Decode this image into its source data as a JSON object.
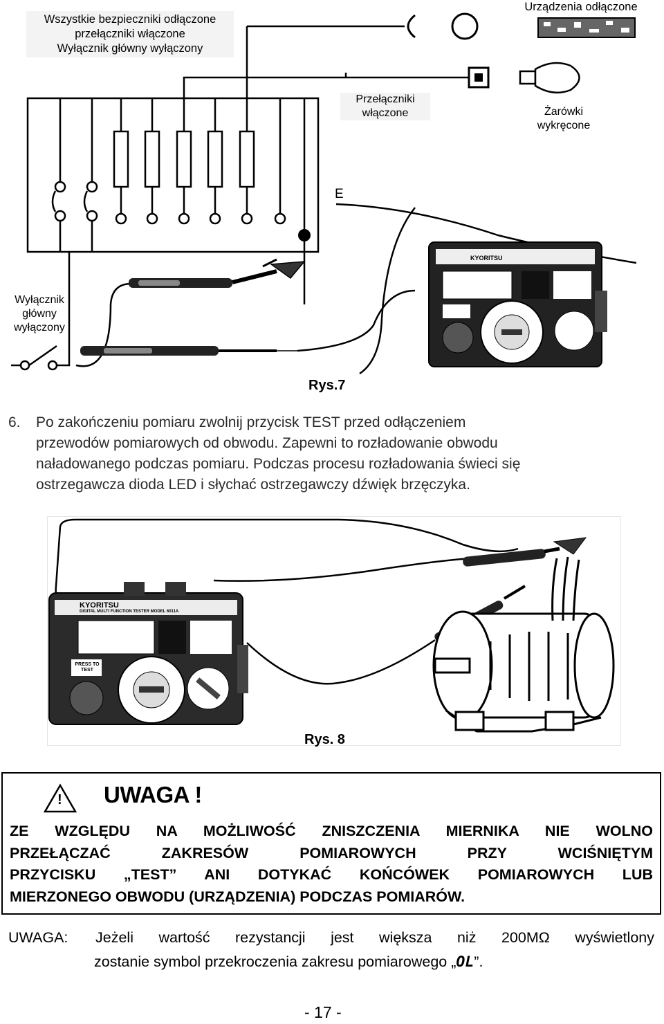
{
  "fig7": {
    "label_top_left": [
      "Wszystkie bezpieczniki odłączone",
      "przełączniki włączone",
      "Wyłącznik główny wyłączony"
    ],
    "label_devices": "Urządzenia odłączone",
    "label_switches": [
      "Przełączniki",
      "włączone"
    ],
    "label_bulbs": [
      "Żarówki",
      "wykręcone"
    ],
    "label_e": "E",
    "label_main_switch": [
      "Wyłącznik",
      "główny",
      "wyłączony"
    ],
    "caption": "Rys.7"
  },
  "step6": {
    "number": "6.",
    "lines": [
      "Po zakończeniu pomiaru zwolnij przycisk TEST przed odłączeniem",
      "przewodów pomiarowych od obwodu. Zapewni to rozładowanie obwodu",
      "naładowanego podczas pomiaru. Podczas procesu rozładowania świeci się",
      "ostrzegawcza dioda LED i słychać ostrzegawczy dźwięk brzęczyka."
    ]
  },
  "fig8": {
    "caption": "Rys. 8"
  },
  "tester": {
    "brand": "KYORITSU",
    "model_line": "DIGITAL MULTI FUNCTION TESTER MODEL 6011A",
    "press_test": "PRESS TO TEST"
  },
  "warning": {
    "title": "UWAGA !",
    "icon": "!",
    "lines": [
      "ZE WZGLĘDU NA MOŻLIWOŚĆ ZNISZCZENIA MIERNIKA NIE WOLNO",
      "PRZEŁĄCZAĆ ZAKRESÓW POMIAROWYCH PRZY WCIŚNIĘTYM",
      "PRZYCISKU „TEST” ANI DOTYKAĆ KOŃCÓWEK POMIAROWYCH LUB",
      "MIERZONEGO OBWODU (URZĄDZENIA) PODCZAS POMIARÓW."
    ]
  },
  "note": {
    "prefix": "UWAGA:",
    "line1": "Jeżeli wartość rezystancji jest większa niż 200MΩ wyświetlony",
    "line2_start": "zostanie symbol przekroczenia zakresu pomiarowego „",
    "symbol": "OL",
    "line2_end": "”."
  },
  "page_number": "- 17 -",
  "icons": [
    "warning-triangle-icon",
    "light-bulb-icon",
    "switch-icon",
    "fuse-icon",
    "test-lead-icon",
    "crocodile-clip-icon",
    "motor-icon"
  ]
}
